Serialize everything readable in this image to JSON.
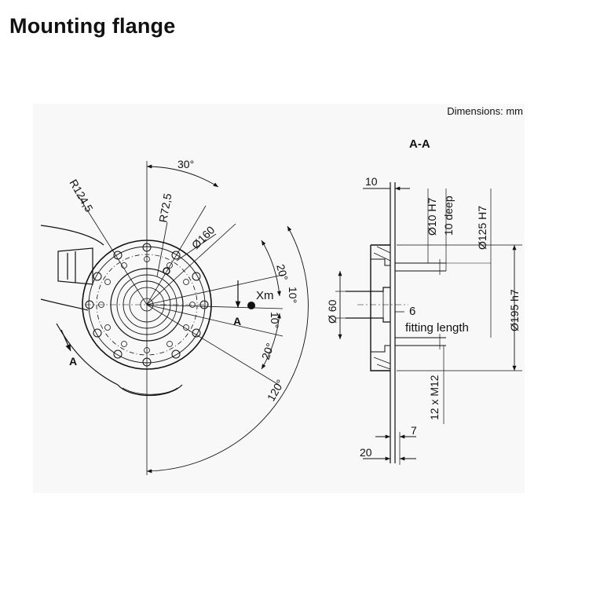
{
  "title": "Mounting flange",
  "units_note": "Dimensions: mm",
  "section_label": "A-A",
  "front_view": {
    "angle_top": "30°",
    "radius_outer": "R124,5",
    "radius_inner": "R72,5",
    "diameter_pcd": "Ø160",
    "angle_upper": "20°",
    "angle_upper_small": "10°",
    "angle_lower_small": "10°",
    "angle_lower": "20°",
    "angle_sweep": "120°",
    "xm_label": "Xm",
    "section_mark_right": "A",
    "section_mark_left": "A"
  },
  "section_view": {
    "dim_top": "10",
    "bore_diameter": "Ø10 H7",
    "bore_depth": "10 deep",
    "pcd_diameter": "Ø125 H7",
    "outer_diameter": "Ø195 h7",
    "hub_diameter": "Ø 60",
    "fitting_value": "6",
    "fitting_label": "fitting length",
    "thread_label": "12 x M12",
    "dim_bottom_small": "7",
    "dim_bottom": "20"
  }
}
